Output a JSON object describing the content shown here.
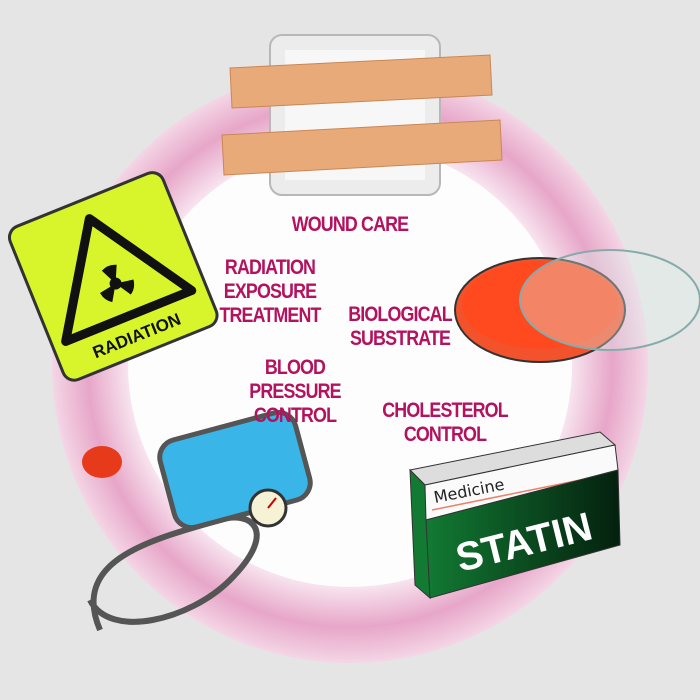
{
  "labels": {
    "wound_care": "WOUND CARE",
    "radiation": [
      "RADIATION",
      "EXPOSURE",
      "TREATMENT"
    ],
    "biological": [
      "BIOLOGICAL",
      "SUBSTRATE"
    ],
    "blood_pressure": [
      "BLOOD",
      "PRESSURE",
      "CONTROL"
    ],
    "cholesterol": [
      "CHOLESTEROL",
      "CONTROL"
    ]
  },
  "radiation_sign": {
    "text": "RADIATION",
    "color": "#d7f52a"
  },
  "medicine_box": {
    "brand": "Medicine",
    "name": "STATIN",
    "color": "#0f6b2c"
  },
  "colors": {
    "label": "#b3125f",
    "ring": "#e8a9c9",
    "background": "#e5e5e5"
  }
}
